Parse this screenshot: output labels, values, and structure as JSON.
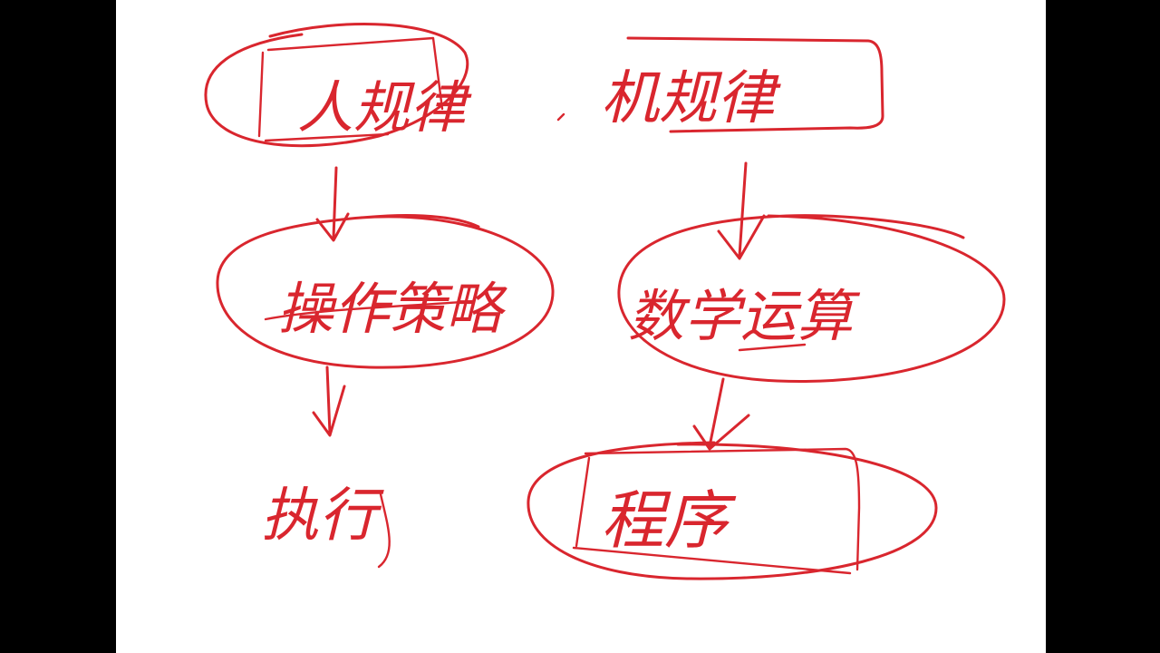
{
  "colors": {
    "ink": "#d9262e",
    "board": "#ffffff",
    "frame": "#000000"
  },
  "nodes": {
    "top_left": "人规律",
    "top_right": "机规律",
    "mid_left": "操作策略",
    "mid_right": "数学运算",
    "bottom_left": "执行",
    "bottom_right": "程序"
  }
}
